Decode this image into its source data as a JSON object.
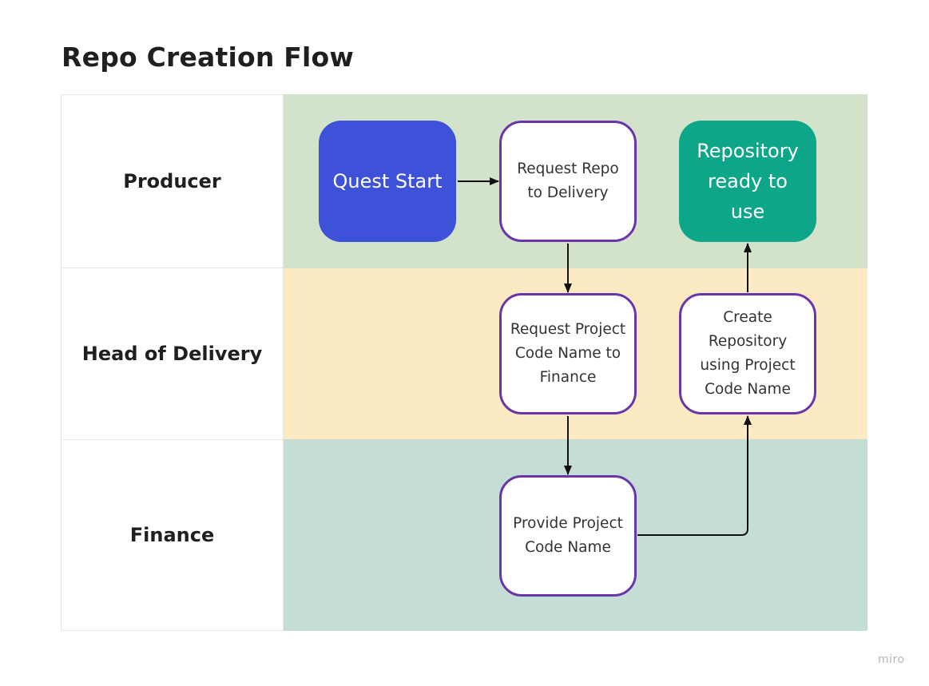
{
  "title": "Repo Creation Flow",
  "lanes": [
    {
      "label": "Producer",
      "color": "#d2e2cb"
    },
    {
      "label": "Head of Delivery",
      "color": "#fbeac2"
    },
    {
      "label": "Finance",
      "color": "#c4ded6"
    }
  ],
  "nodes": {
    "quest_start": {
      "label": "Quest Start",
      "color": "#3d52d9"
    },
    "request_repo": {
      "label": "Request Repo\nto Delivery"
    },
    "repo_ready": {
      "label": "Repository\nready to\nuse",
      "color": "#0ea688"
    },
    "request_code_name": {
      "label": "Request Project\nCode Name to\nFinance"
    },
    "create_repo": {
      "label": "Create\nRepository\nusing Project\nCode Name"
    },
    "provide_code_name": {
      "label": "Provide Project\nCode Name"
    }
  },
  "edges": [
    {
      "from": "quest_start",
      "to": "request_repo"
    },
    {
      "from": "request_repo",
      "to": "request_code_name"
    },
    {
      "from": "request_code_name",
      "to": "provide_code_name"
    },
    {
      "from": "provide_code_name",
      "to": "create_repo"
    },
    {
      "from": "create_repo",
      "to": "repo_ready"
    }
  ],
  "process_border_color": "#6a35a8",
  "watermark": "miro"
}
